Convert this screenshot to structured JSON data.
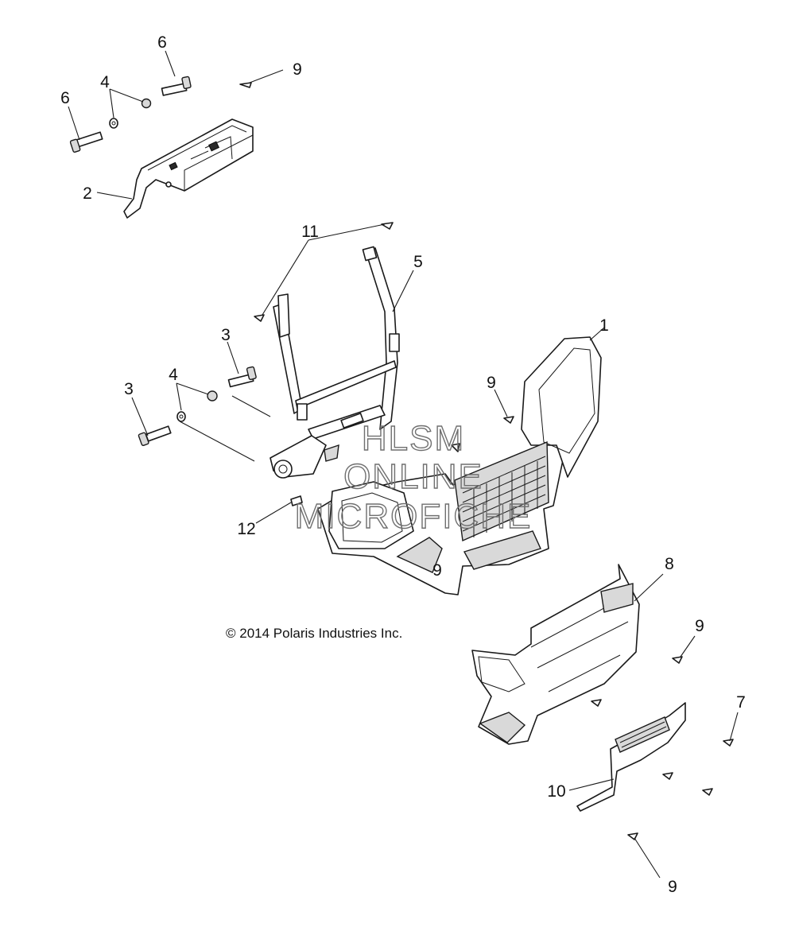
{
  "copyright": "© 2014 Polaris Industries Inc.",
  "watermark": [
    "HLSM",
    "ONLINE",
    "MICROFICHE"
  ],
  "callouts": [
    {
      "id": "c6a",
      "text": "6"
    },
    {
      "id": "c9a",
      "text": "9"
    },
    {
      "id": "c6b",
      "text": "6"
    },
    {
      "id": "c4a",
      "text": "4"
    },
    {
      "id": "c2",
      "text": "2"
    },
    {
      "id": "c11",
      "text": "11"
    },
    {
      "id": "c5",
      "text": "5"
    },
    {
      "id": "c1",
      "text": "1"
    },
    {
      "id": "c3a",
      "text": "3"
    },
    {
      "id": "c4b",
      "text": "4"
    },
    {
      "id": "c3b",
      "text": "3"
    },
    {
      "id": "c9b",
      "text": "9"
    },
    {
      "id": "c12",
      "text": "12"
    },
    {
      "id": "c9c",
      "text": "9"
    },
    {
      "id": "c8",
      "text": "8"
    },
    {
      "id": "c9d",
      "text": "9"
    },
    {
      "id": "c7",
      "text": "7"
    },
    {
      "id": "c10",
      "text": "10"
    },
    {
      "id": "c9e",
      "text": "9"
    }
  ]
}
